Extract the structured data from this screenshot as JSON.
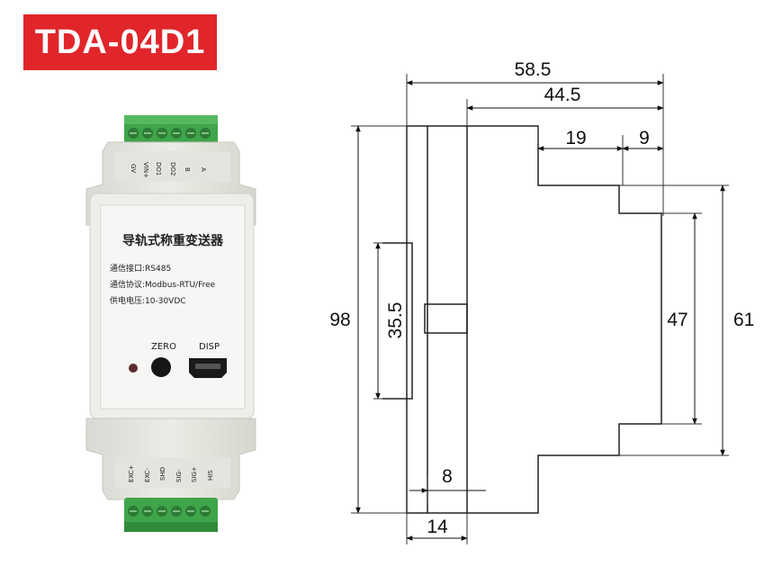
{
  "model": "TDA-04D1",
  "device": {
    "title": "导轨式称重变送器",
    "spec_interface": "通信接口:RS485",
    "spec_protocol": "通信协议:Modbus-RTU/Free",
    "spec_power": "供电电压:10-30VDC",
    "zero_label": "ZERO",
    "disp_label": "DISP",
    "top_terminals": [
      "A",
      "B",
      "DO2",
      "DO1",
      "VIN+",
      "GV"
    ],
    "bottom_terminals": [
      "EXC+",
      "EXC-",
      "SHD",
      "SIG-",
      "SIG+",
      "HIS"
    ]
  },
  "dimensions": {
    "overall_width": "58.5",
    "body_width": "44.5",
    "step_width": "19",
    "tip_width": "9",
    "total_height": "98",
    "inner_height": "35.5",
    "rail_height_inner": "47",
    "rail_height_outer": "61",
    "slot_width": "8",
    "base_width": "14"
  },
  "colors": {
    "badge": "#e0262b",
    "terminal": "#3fa54a",
    "housing": "#e8e8e2"
  }
}
